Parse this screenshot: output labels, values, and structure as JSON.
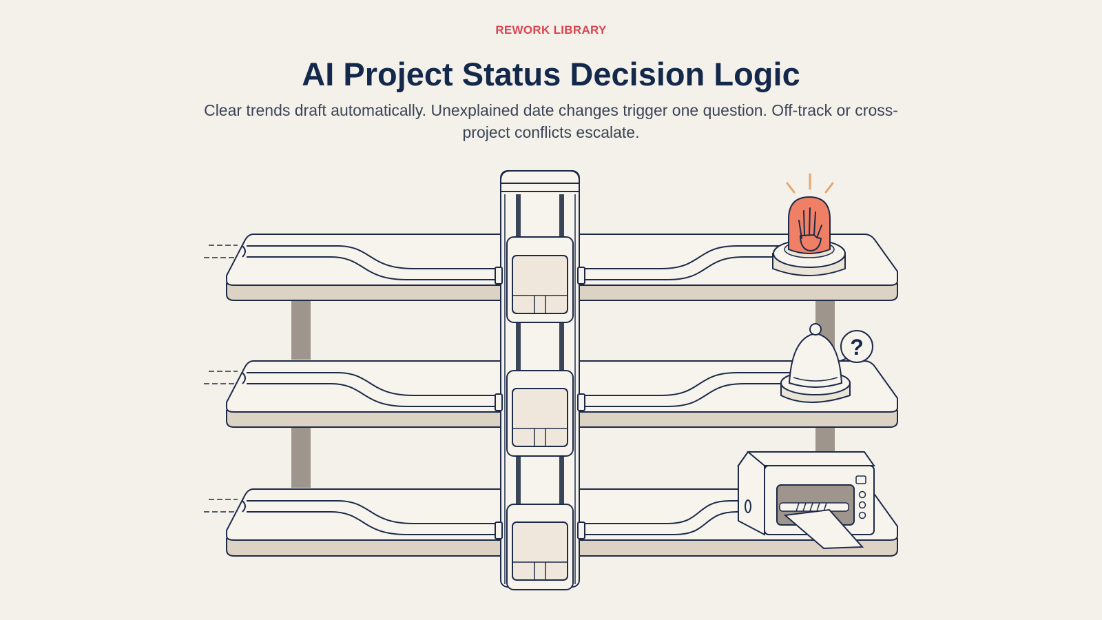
{
  "header": {
    "eyebrow": "REWORK LIBRARY",
    "title": "AI Project Status Decision Logic",
    "subtitle": "Clear trends draft automatically. Unexplained date changes trigger one question. Off-track or cross-project conflicts escalate."
  },
  "illustration": {
    "lanes": [
      {
        "outcome": "stop-hand-alarm-icon"
      },
      {
        "outcome": "service-bell-icon",
        "badge": "?"
      },
      {
        "outcome": "draft-printer-icon"
      }
    ],
    "colors": {
      "ink": "#1c2a48",
      "shelf": "#f6f2ea",
      "shelf_edge": "#ddd3c4",
      "legs": "#9e968c",
      "alarm": "#ef8065",
      "rays": "#e8a56c",
      "accent": "#d9434e"
    }
  }
}
